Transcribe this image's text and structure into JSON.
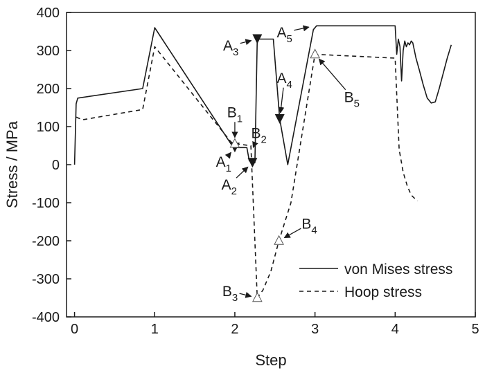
{
  "chart_data": {
    "type": "line",
    "title": "",
    "xlabel": "Step",
    "ylabel": "Stress / MPa",
    "xlim": [
      -0.1,
      5
    ],
    "ylim": [
      -400,
      400
    ],
    "xticks": [
      0,
      1,
      2,
      3,
      4,
      5
    ],
    "yticks": [
      -400,
      -300,
      -200,
      -100,
      0,
      100,
      200,
      300,
      400
    ],
    "grid": false,
    "legend_position": "bottom-right",
    "series": [
      {
        "name": "von Mises stress",
        "style": "solid",
        "color": "#1a1a1a",
        "x": [
          0.0,
          0.02,
          0.04,
          0.85,
          1.0,
          1.95,
          2.0,
          2.15,
          2.18,
          2.25,
          2.28,
          2.48,
          2.56,
          2.66,
          2.98,
          3.02,
          4.0,
          4.02,
          4.04,
          4.06,
          4.08,
          4.1,
          4.12,
          4.14,
          4.16,
          4.18,
          4.2,
          4.22,
          4.24,
          4.26,
          4.3,
          4.35,
          4.4,
          4.45,
          4.5,
          4.55,
          4.6,
          4.65,
          4.7
        ],
        "y": [
          0,
          160,
          175,
          200,
          360,
          55,
          45,
          45,
          10,
          5,
          330,
          330,
          120,
          0,
          355,
          365,
          365,
          290,
          330,
          310,
          220,
          300,
          325,
          310,
          320,
          315,
          325,
          320,
          300,
          280,
          250,
          210,
          175,
          162,
          165,
          200,
          240,
          280,
          315
        ]
      },
      {
        "name": "Hoop stress",
        "style": "dashed",
        "color": "#1a1a1a",
        "x": [
          0.02,
          0.1,
          0.85,
          1.0,
          1.95,
          2.0,
          2.2,
          2.28,
          2.35,
          2.45,
          2.55,
          2.7,
          3.0,
          4.0,
          4.05,
          4.1,
          4.15,
          4.2,
          4.25,
          4.28
        ],
        "y": [
          125,
          118,
          145,
          310,
          60,
          55,
          50,
          -350,
          -330,
          -280,
          -200,
          -100,
          290,
          280,
          40,
          -20,
          -55,
          -80,
          -90,
          -95
        ]
      }
    ],
    "points": [
      {
        "label": "A",
        "sub": "1",
        "x": 2.0,
        "y": 45,
        "marker": "filled-triangle-down",
        "text_x": 1.86,
        "text_y": -5,
        "arrow": true
      },
      {
        "label": "A",
        "sub": "2",
        "x": 2.22,
        "y": 5,
        "marker": "filled-triangle-down",
        "text_x": 1.93,
        "text_y": -65,
        "arrow": true
      },
      {
        "label": "A",
        "sub": "3",
        "x": 2.28,
        "y": 330,
        "marker": "filled-triangle-down",
        "text_x": 1.95,
        "text_y": 300,
        "arrow": true
      },
      {
        "label": "A",
        "sub": "4",
        "x": 2.56,
        "y": 120,
        "marker": "filled-triangle-down",
        "text_x": 2.62,
        "text_y": 215,
        "arrow": true
      },
      {
        "label": "A",
        "sub": "5",
        "x": 3.0,
        "y": 365,
        "marker": "none",
        "text_x": 2.62,
        "text_y": 335,
        "arrow": true
      },
      {
        "label": "B",
        "sub": "1",
        "x": 2.0,
        "y": 55,
        "marker": "open-triangle-up",
        "text_x": 2.0,
        "text_y": 125,
        "arrow": true
      },
      {
        "label": "B",
        "sub": "2",
        "x": 2.2,
        "y": 30,
        "marker": "none",
        "text_x": 2.3,
        "text_y": 70,
        "arrow": true
      },
      {
        "label": "B",
        "sub": "3",
        "x": 2.28,
        "y": -350,
        "marker": "open-triangle-up",
        "text_x": 1.94,
        "text_y": -345,
        "arrow": true
      },
      {
        "label": "B",
        "sub": "4",
        "x": 2.55,
        "y": -200,
        "marker": "open-triangle-up",
        "text_x": 2.93,
        "text_y": -168,
        "arrow": true
      },
      {
        "label": "B",
        "sub": "5",
        "x": 3.0,
        "y": 290,
        "marker": "open-triangle-up",
        "text_x": 3.46,
        "text_y": 165,
        "arrow": true
      }
    ]
  }
}
